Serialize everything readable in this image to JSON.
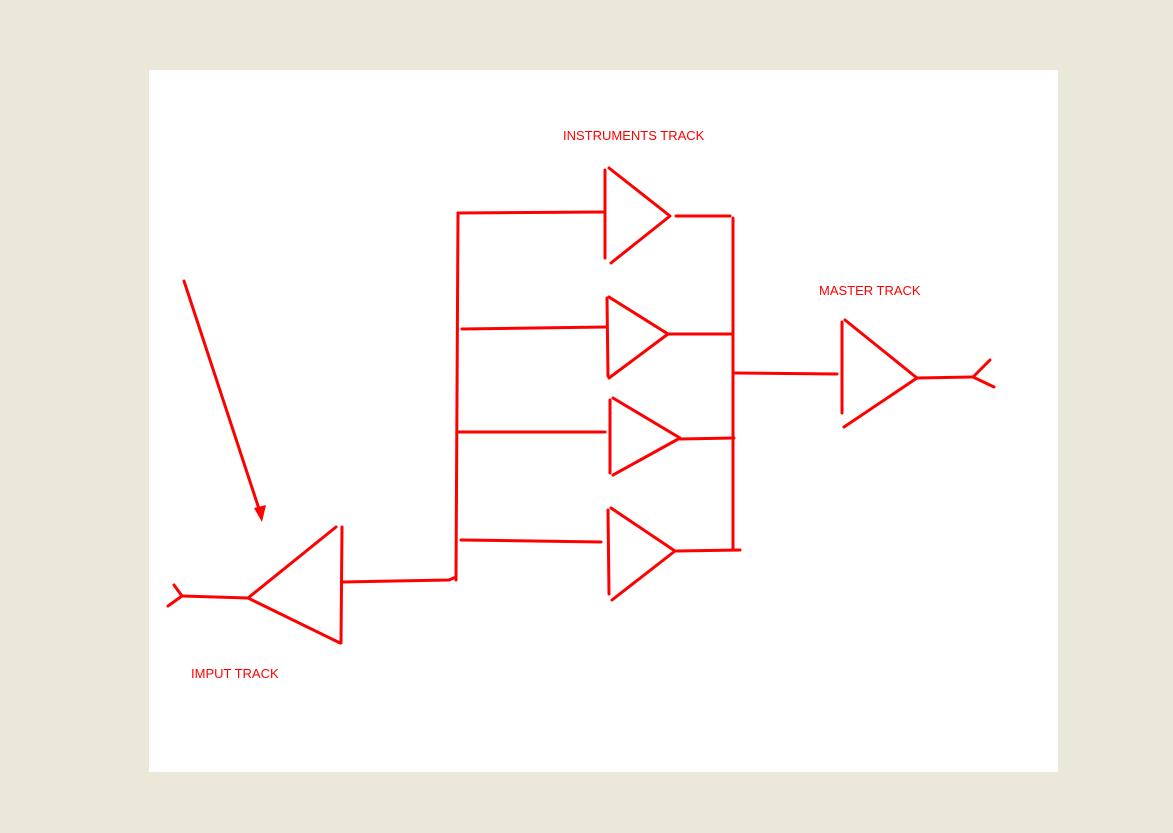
{
  "labels": {
    "instruments": "INSTRUMENTS TRACK",
    "master": "MASTER TRACK",
    "input": "IMPUT TRACK"
  },
  "colors": {
    "stroke": "#ff0000",
    "canvas": "#ffffff",
    "background": "#ebe8d9"
  }
}
